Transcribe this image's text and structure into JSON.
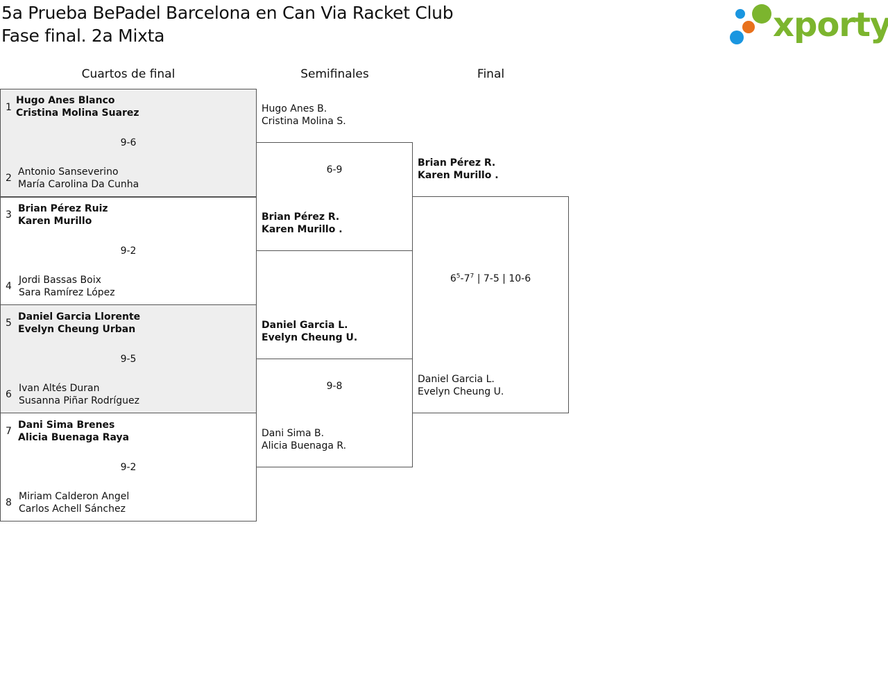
{
  "header": {
    "title_line1": "5a Prueba BePadel Barcelona en Can Via Racket Club",
    "title_line2": "Fase final. 2a Mixta"
  },
  "logo": {
    "text": "xporty",
    "colors": {
      "green": "#7cb52e",
      "blue": "#1a96e0",
      "orange": "#e8711c"
    }
  },
  "columns": {
    "quarterfinals": "Cuartos de final",
    "semifinals": "Semifinales",
    "final": "Final"
  },
  "quarterfinals": [
    {
      "top": {
        "seed": "1",
        "player1": "Hugo Anes Blanco",
        "player2": "Cristina Molina Suarez",
        "winner": true
      },
      "bottom": {
        "seed": "2",
        "player1": "Antonio Sanseverino",
        "player2": "María Carolina Da Cunha",
        "winner": false
      },
      "score": "9-6",
      "shaded": true
    },
    {
      "top": {
        "seed": "3",
        "player1": "Brian Pérez Ruiz",
        "player2": "Karen Murillo",
        "winner": true
      },
      "bottom": {
        "seed": "4",
        "player1": "Jordi Bassas Boix",
        "player2": "Sara Ramírez López",
        "winner": false
      },
      "score": "9-2",
      "shaded": false
    },
    {
      "top": {
        "seed": "5",
        "player1": "Daniel Garcia Llorente",
        "player2": "Evelyn Cheung Urban",
        "winner": true
      },
      "bottom": {
        "seed": "6",
        "player1": "Ivan Altés Duran",
        "player2": "Susanna Piñar Rodríguez",
        "winner": false
      },
      "score": "9-5",
      "shaded": true
    },
    {
      "top": {
        "seed": "7",
        "player1": "Dani Sima Brenes",
        "player2": "Alicia Buenaga Raya",
        "winner": true
      },
      "bottom": {
        "seed": "8",
        "player1": "Miriam Calderon Angel",
        "player2": "Carlos Achell Sánchez",
        "winner": false
      },
      "score": "9-2",
      "shaded": false
    }
  ],
  "semifinals": [
    {
      "top": {
        "player1": "Hugo Anes B.",
        "player2": "Cristina Molina S.",
        "winner": false
      },
      "bottom": {
        "player1": "Brian Pérez R.",
        "player2": "Karen Murillo .",
        "winner": true
      },
      "score": "6-9"
    },
    {
      "top": {
        "player1": "Daniel Garcia L.",
        "player2": "Evelyn Cheung U.",
        "winner": true
      },
      "bottom": {
        "player1": "Dani Sima B.",
        "player2": "Alicia Buenaga R.",
        "winner": false
      },
      "score": "9-8"
    }
  ],
  "final": {
    "top": {
      "player1": "Brian Pérez R.",
      "player2": "Karen Murillo .",
      "winner": true
    },
    "bottom": {
      "player1": "Daniel Garcia L.",
      "player2": "Evelyn Cheung U.",
      "winner": false
    },
    "score": {
      "set1_a": "6",
      "set1_a_tiebreak": "5",
      "set1_b": "7",
      "set1_b_tiebreak": "7",
      "rest": " | 7-5 | 10-6"
    }
  }
}
